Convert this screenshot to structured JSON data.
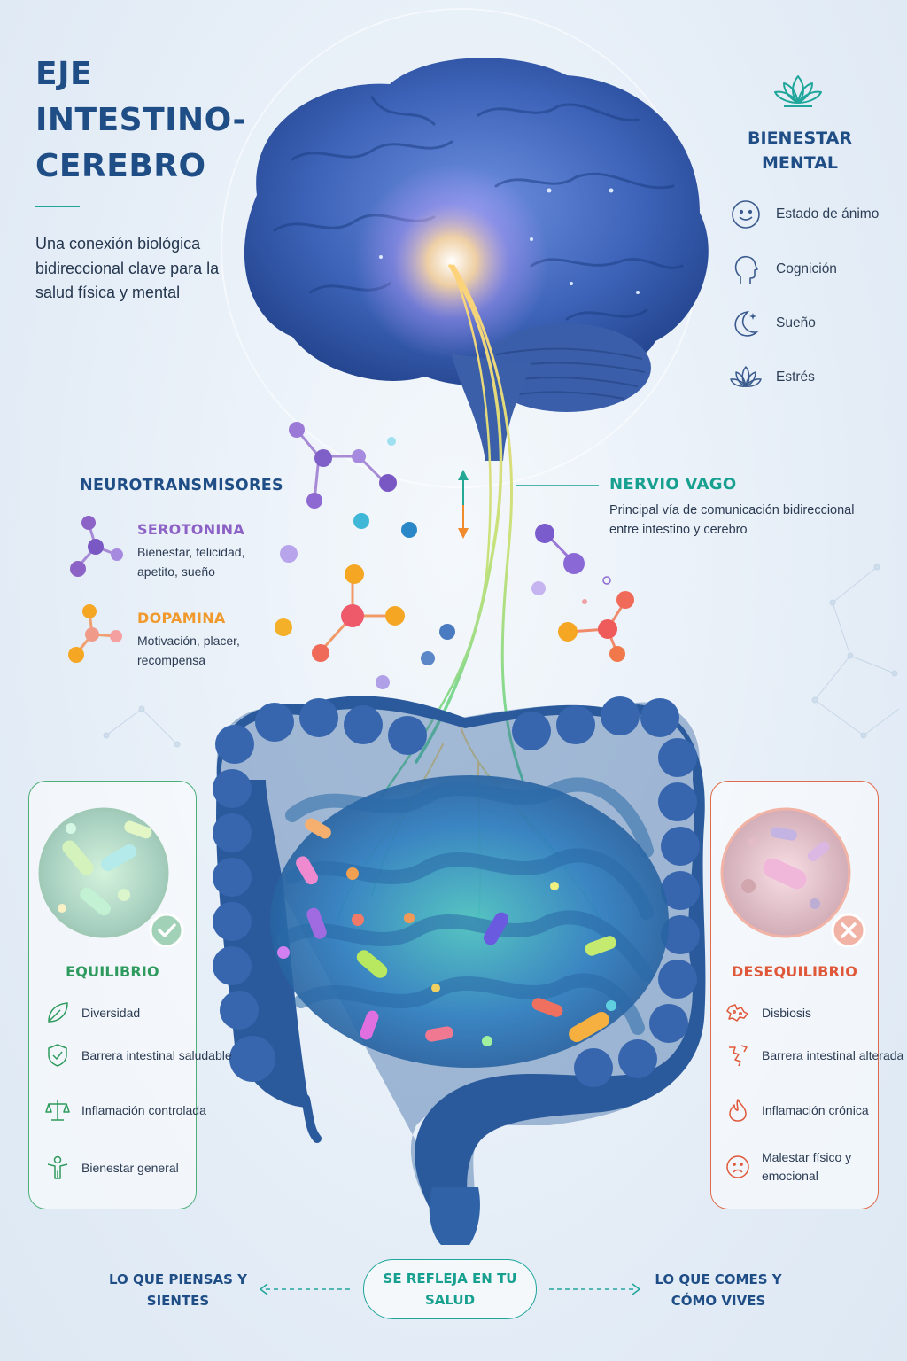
{
  "header": {
    "title_lines": [
      "EJE",
      "INTESTINO-",
      "CEREBRO"
    ],
    "subtitle": "Una conexión biológica bidireccional clave para la salud física y mental"
  },
  "bienestar": {
    "icon": "lotus-icon",
    "title": "BIENESTAR MENTAL",
    "items": [
      {
        "icon": "smile-icon",
        "label": "Estado de ánimo"
      },
      {
        "icon": "head-profile-icon",
        "label": "Cognición"
      },
      {
        "icon": "moon-icon",
        "label": "Sueño"
      },
      {
        "icon": "lotus-icon",
        "label": "Estrés"
      }
    ]
  },
  "neuro": {
    "title": "NEUROTRANSMISORES",
    "serotonina": {
      "name": "SEROTONINA",
      "desc": "Bienestar, felicidad, apetito, sueño",
      "color": "#8d62c6"
    },
    "dopamina": {
      "name": "DOPAMINA",
      "desc": "Motivación, placer, recompensa",
      "color": "#f09a2e"
    }
  },
  "vago": {
    "title": "NERVIO VAGO",
    "desc": "Principal vía de comunicación bidireccional entre intestino y cerebro"
  },
  "equilibrio": {
    "title": "EQUILIBRIO",
    "color": "#2f9a5d",
    "badge_icon": "check-icon",
    "items": [
      {
        "icon": "leaf-icon",
        "label": "Diversidad"
      },
      {
        "icon": "shield-icon",
        "label": "Barrera intestinal saludable"
      },
      {
        "icon": "scale-icon",
        "label": "Inflamación controlada"
      },
      {
        "icon": "person-icon",
        "label": "Bienestar general"
      }
    ]
  },
  "desequilibrio": {
    "title": "DESEQUILIBRIO",
    "color": "#e0583a",
    "badge_icon": "cross-icon",
    "items": [
      {
        "icon": "broken-shape-icon",
        "label": "Disbiosis"
      },
      {
        "icon": "crack-icon",
        "label": "Barrera intestinal alterada"
      },
      {
        "icon": "flame-icon",
        "label": "Inflamación crónica"
      },
      {
        "icon": "sad-face-icon",
        "label": "Malestar físico y emocional"
      }
    ]
  },
  "bottom": {
    "left": "LO QUE PIENSAS Y SIENTES",
    "center": "SE REFLEJA EN TU SALUD",
    "right": "LO QUE COMES Y CÓMO VIVES"
  }
}
